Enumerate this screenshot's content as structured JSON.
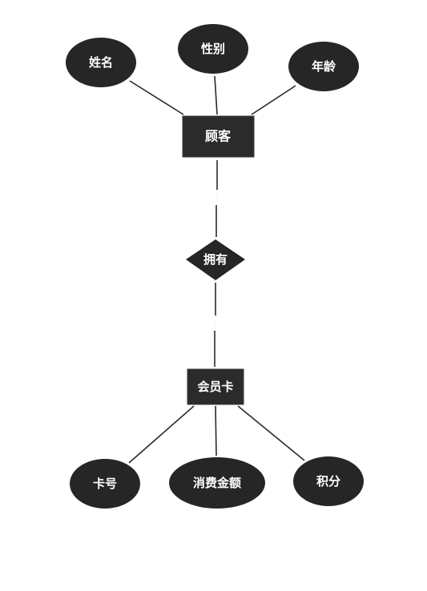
{
  "colors": {
    "shape_fill": "#262626",
    "entity_fill": "#2b2b2b",
    "line": "#2a2a2a",
    "text": "#ffffff"
  },
  "entities": {
    "customer": "顾客",
    "member_card": "会员卡"
  },
  "relationship": {
    "label": "拥有",
    "cardinality_customer": "1",
    "cardinality_card": "1"
  },
  "customer_attributes": {
    "name": "姓名",
    "gender": "性别",
    "age": "年龄"
  },
  "card_attributes": {
    "card_no": "卡号",
    "spend_amount": "消费金额",
    "points": "积分"
  }
}
